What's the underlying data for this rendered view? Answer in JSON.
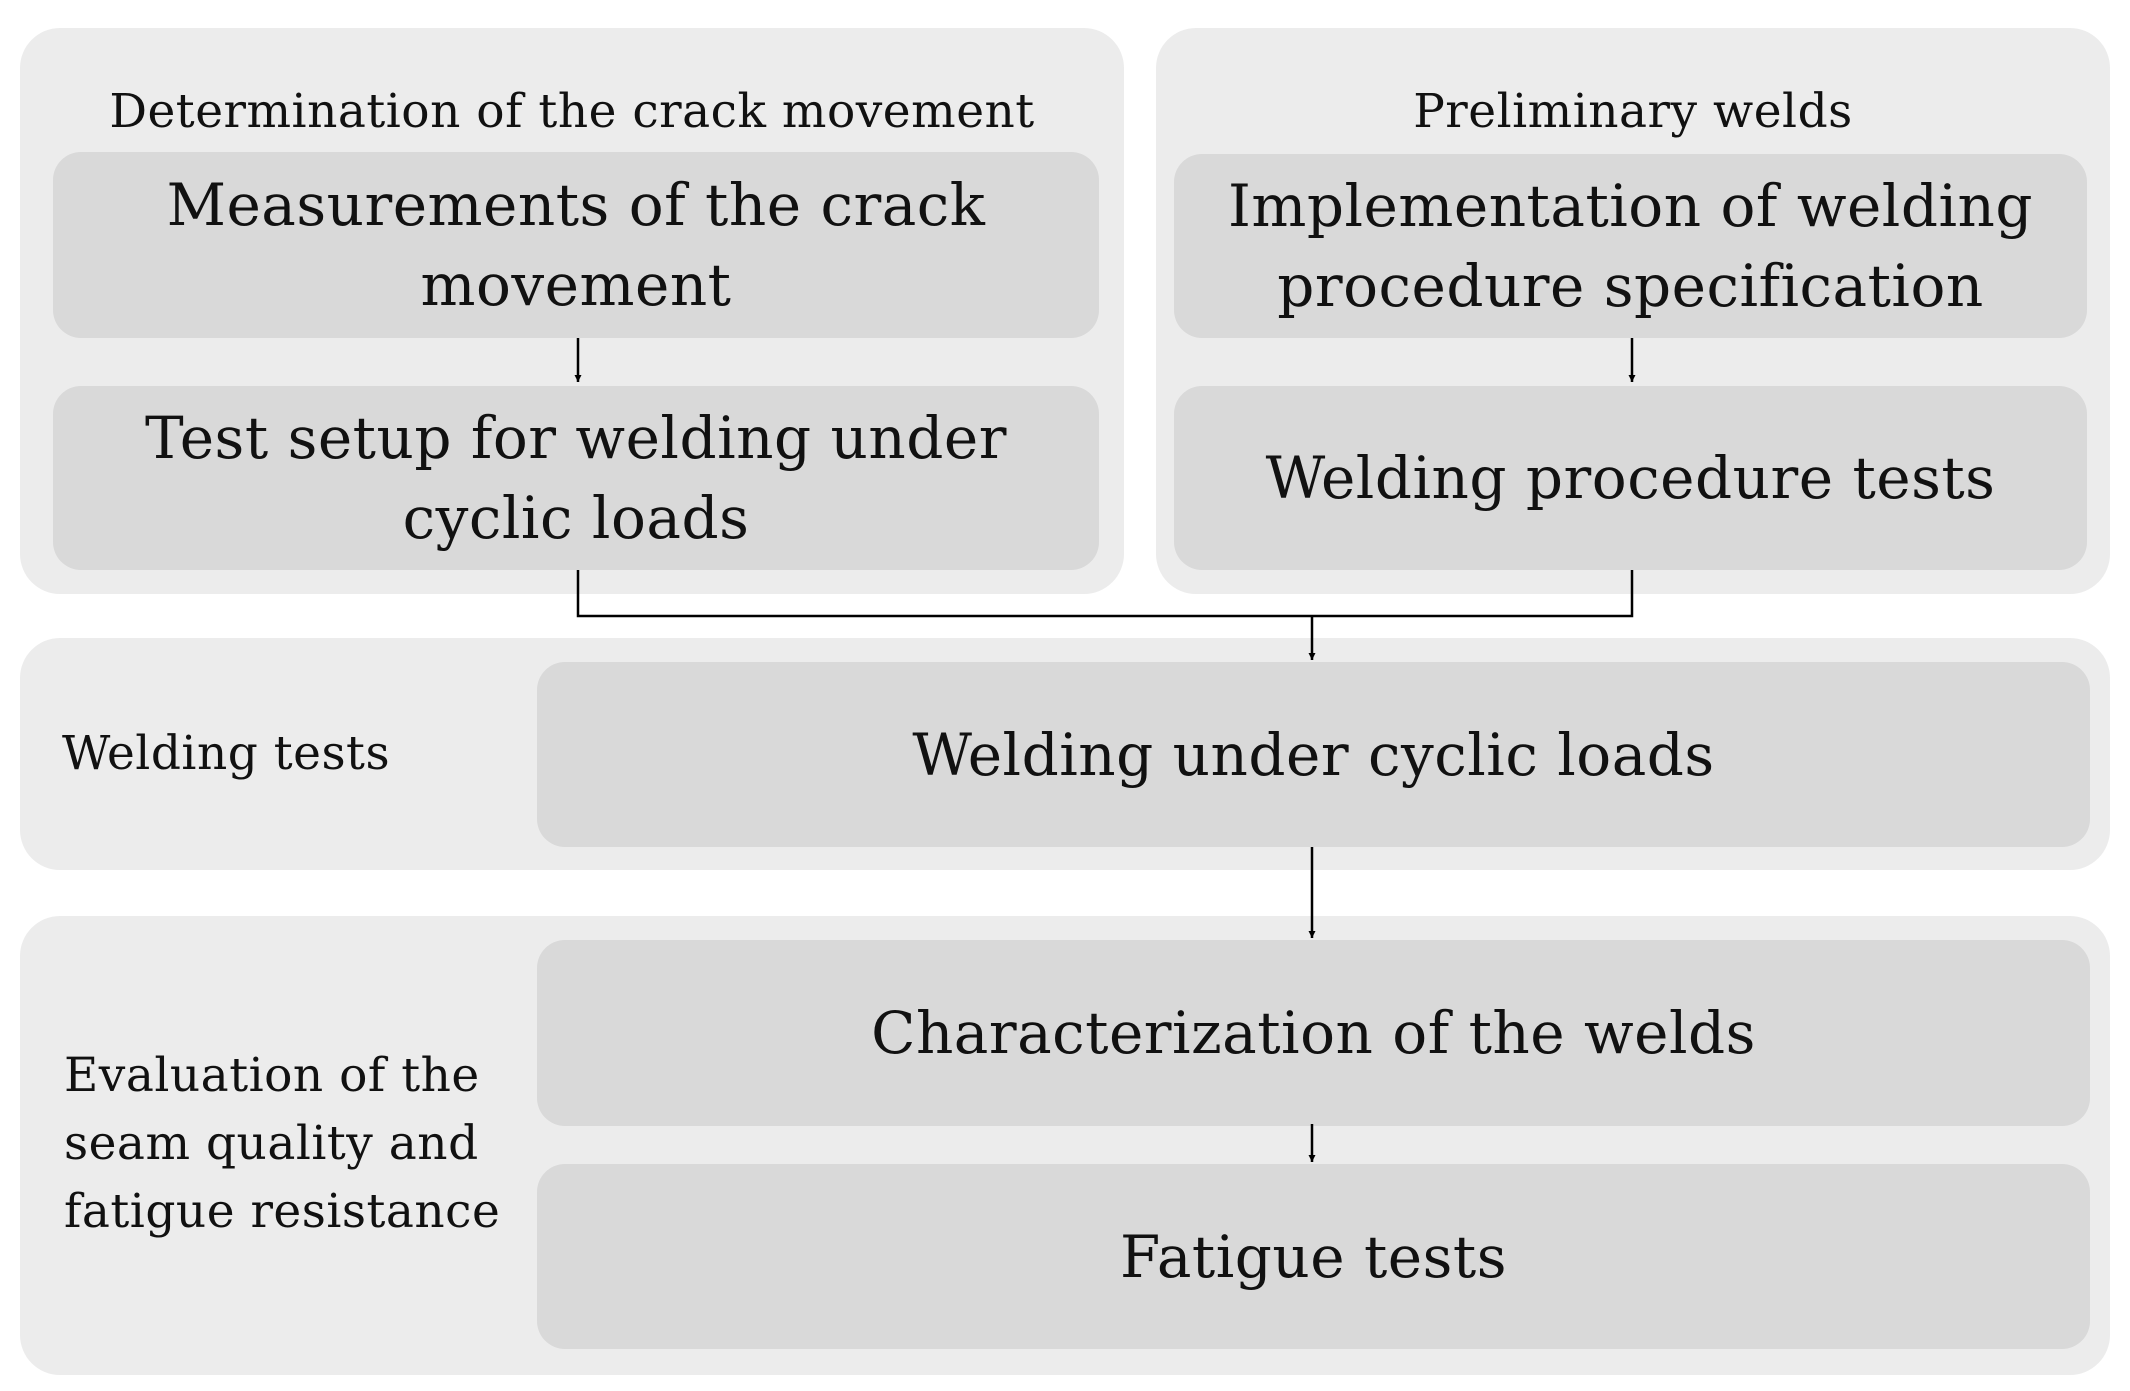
{
  "groups": {
    "crack": {
      "title": "Determination of the crack movement",
      "step1": [
        "Measurements of the crack",
        "movement"
      ],
      "step2": [
        "Test setup for welding under",
        "cyclic loads"
      ]
    },
    "preliminary": {
      "title": "Preliminary welds",
      "step1": [
        "Implementation of welding",
        "procedure specification"
      ],
      "step2": "Welding procedure tests"
    },
    "welding_tests": {
      "label": "Welding tests",
      "step": "Welding under cyclic loads"
    },
    "evaluation": {
      "label": [
        "Evaluation of the",
        "seam quality and",
        "fatigue resistance"
      ],
      "step1": "Characterization of the welds",
      "step2": "Fatigue tests"
    }
  },
  "colors": {
    "panel": "#ececec",
    "box": "#d9d9d9",
    "line": "#000000"
  }
}
